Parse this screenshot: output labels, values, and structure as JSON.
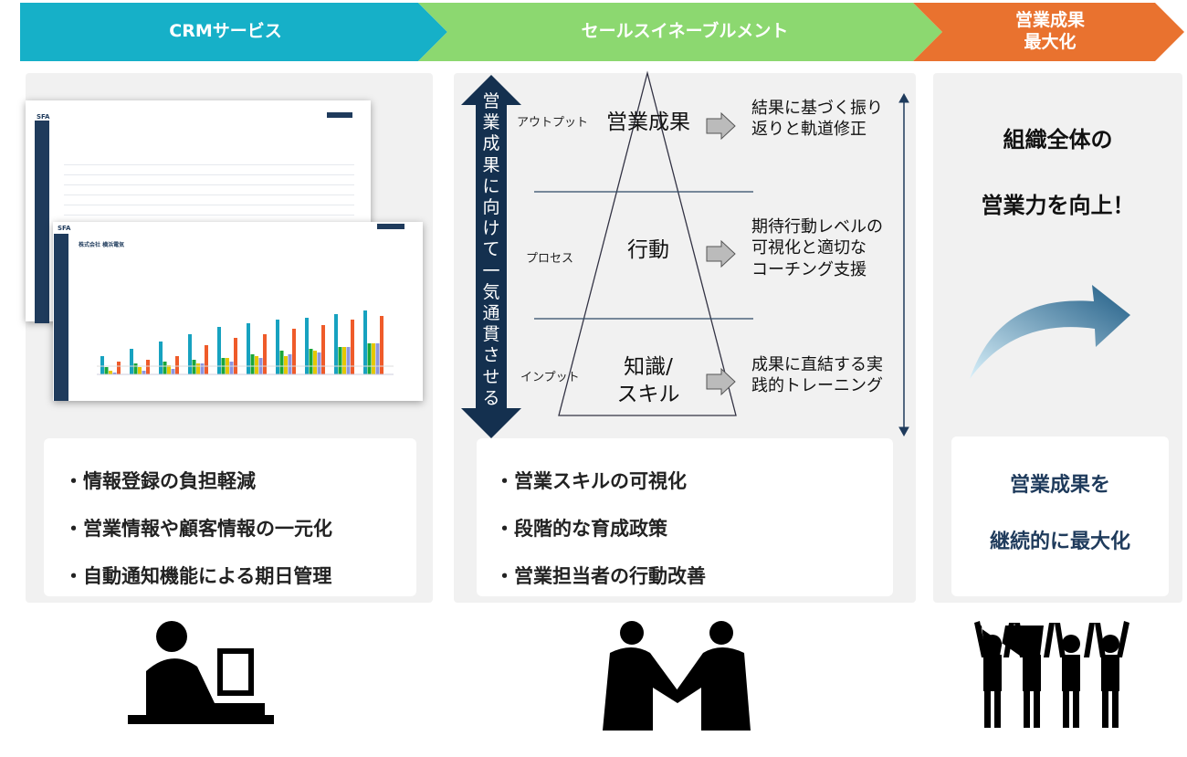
{
  "header": {
    "crm": "CRMサービス",
    "enablement": "セールスイネーブルメント",
    "max_line1": "営業成果",
    "max_line2": "最大化",
    "colors": {
      "crm": "#16b0c8",
      "enablement": "#8cd870",
      "max": "#e9722f"
    }
  },
  "crm": {
    "app_name_1": "SFA",
    "app_name_2": "SFA",
    "company": "株式会社 横浜電気",
    "bullets": [
      "・情報登録の負担軽減",
      "・営業情報や顧客情報の一元化",
      "・自動通知機能による期日管理"
    ]
  },
  "enablement": {
    "vertical_arrow": "営業成果に向けて一気通貫させる",
    "levels": [
      {
        "tag": "アウトプット",
        "name": "営業成果",
        "desc_1": "結果に基づく振り",
        "desc_2": "返りと軌道修正"
      },
      {
        "tag": "プロセス",
        "name": "行動",
        "desc_1": "期待行動レベルの",
        "desc_2": "可視化と適切な",
        "desc_3": "コーチング支援"
      },
      {
        "tag": "インプット",
        "name_1": "知識/",
        "name_2": "スキル",
        "desc_1": "成果に直結する実",
        "desc_2": "践的トレーニング"
      }
    ],
    "bullets": [
      "・営業スキルの可視化",
      "・段階的な育成政策",
      "・営業担当者の行動改善"
    ]
  },
  "result": {
    "headline_1": "組織全体の",
    "headline_2": "営業力を向上！",
    "box_1": "営業成果を",
    "box_2": "継続的に最大化"
  }
}
